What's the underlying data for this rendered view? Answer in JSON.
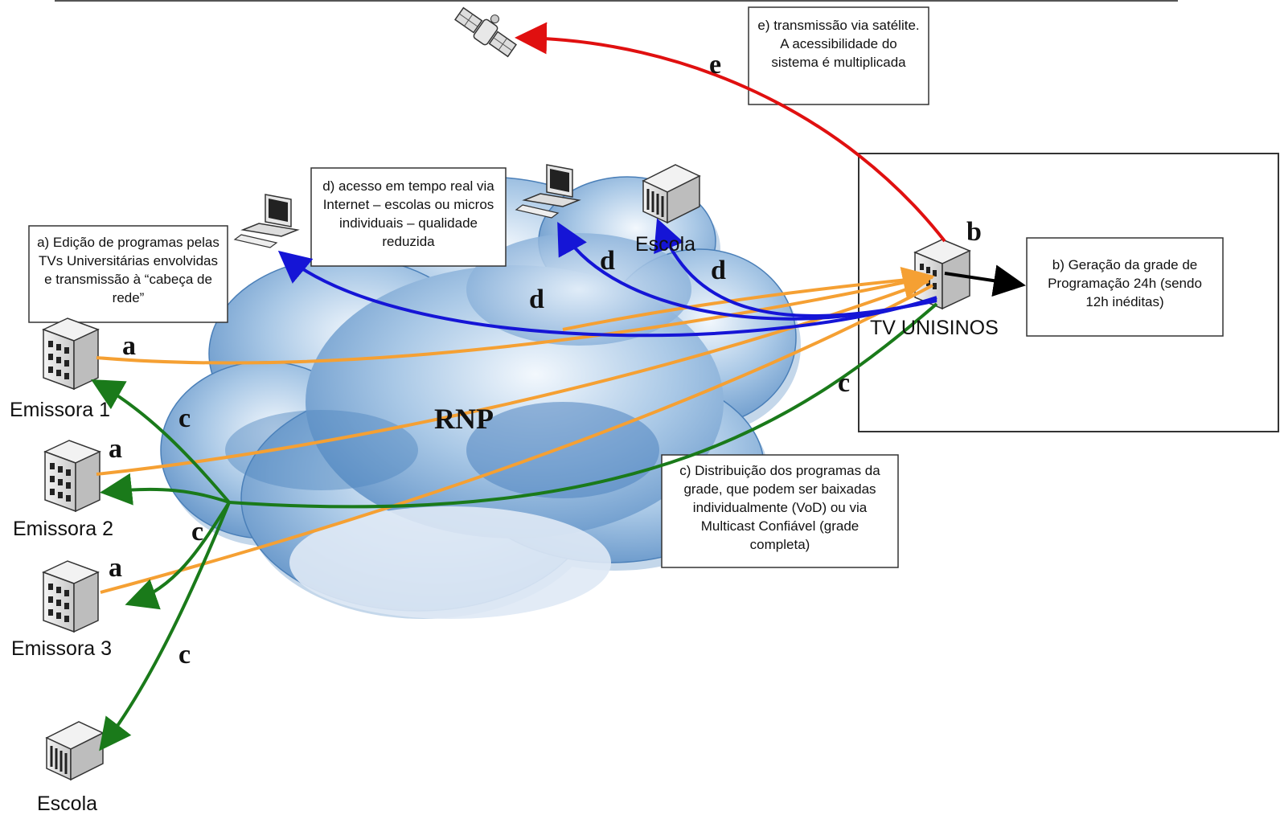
{
  "boxes": {
    "edicao": "a) Edição de programas pelas TVs Universitárias envolvidas e transmissão à “cabeça de rede”",
    "internet": "d) acesso em tempo real via Internet – escolas ou micros individuais – qualidade reduzida",
    "satelite": "e) transmissão via satélite.\nA acessibilidade do sistema é multiplicada",
    "geracao": "b) Geração da grade de Programação 24h (sendo 12h inéditas)",
    "distribuicao": "c) Distribuição dos programas da grade, que podem ser baixadas individualmente (VoD) ou via Multicast Confiável (grade completa)"
  },
  "nodes": {
    "emissora1": "Emissora 1",
    "emissora2": "Emissora 2",
    "emissora3": "Emissora 3",
    "escola_top": "Escola",
    "escola_bottom": "Escola",
    "tv_unisinos": "TV UNISINOS"
  },
  "network_label": "RNP",
  "flow_letters": {
    "a1": "a",
    "a2": "a",
    "a3": "a",
    "b": "b",
    "c1": "c",
    "c2": "c",
    "c3": "c",
    "c4": "c",
    "d1": "d",
    "d2": "d",
    "d3": "d",
    "e": "e"
  },
  "colors": {
    "flow_a": "#f5a033",
    "flow_b": "#000000",
    "flow_c": "#1a7a1a",
    "flow_d": "#1515d6",
    "flow_e": "#e01010",
    "cloud_dark": "#4f86c0",
    "cloud_light": "#eaf2fb"
  },
  "icons": {
    "satellite": "satellite-icon",
    "computer": "desktop-computer-icon",
    "building": "office-building-icon",
    "school": "school-building-icon",
    "server": "server-icon"
  }
}
